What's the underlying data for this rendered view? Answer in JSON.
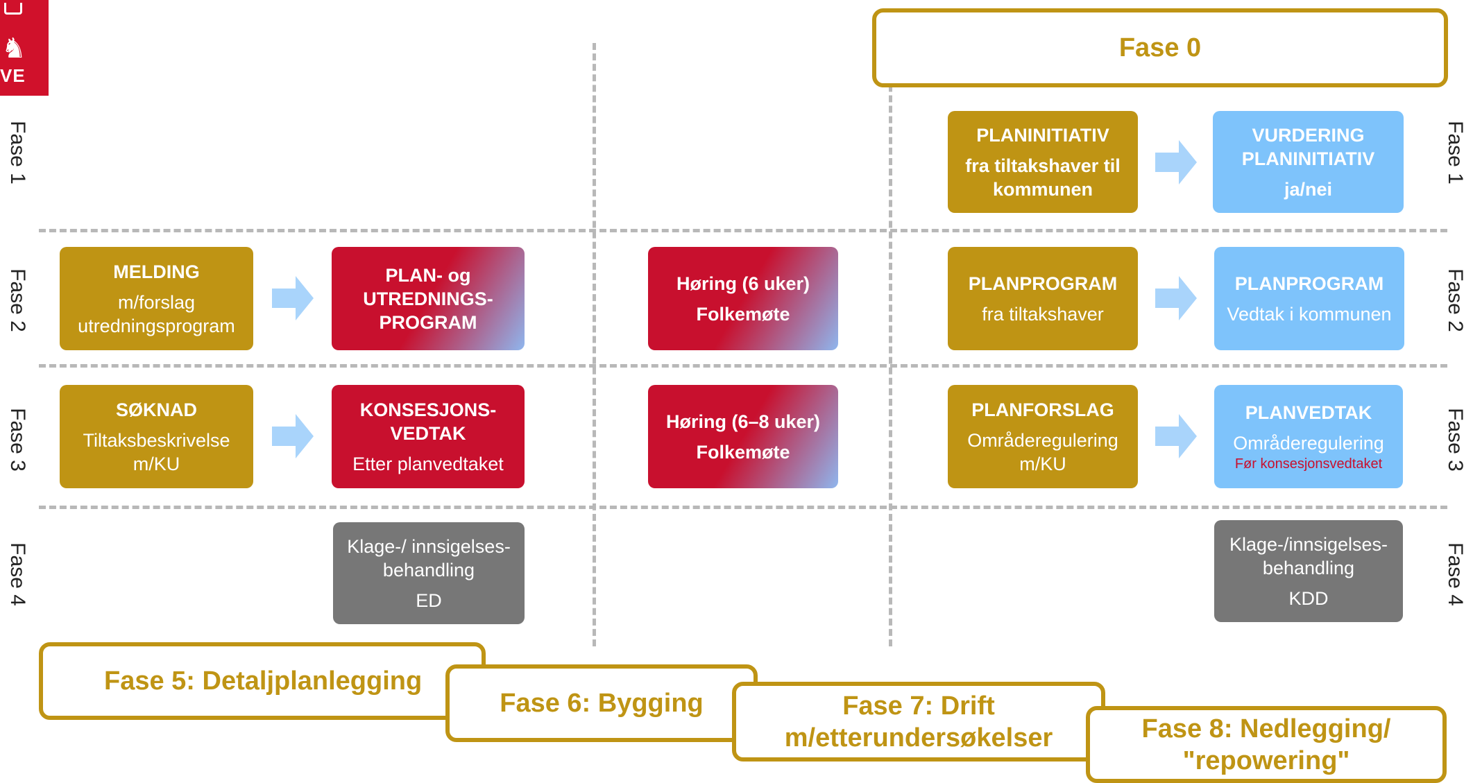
{
  "logo": {
    "text": "VE"
  },
  "fase0": "Fase 0",
  "phase_labels": {
    "fase1": "Fase 1",
    "fase2": "Fase 2",
    "fase3": "Fase 3",
    "fase4": "Fase 4"
  },
  "boxes": {
    "planinitiativ": {
      "title": "PLANINITIATIV",
      "body": "fra tiltakshaver til kommunen"
    },
    "vurdering": {
      "title": "VURDERING PLANINITIATIV",
      "body": "ja/nei"
    },
    "melding": {
      "title": "MELDING",
      "body": "m/forslag utredningsprogram"
    },
    "plan_utredning": {
      "title": "PLAN- og UTREDNINGS-PROGRAM"
    },
    "horing6": {
      "line1": "Høring (6 uker)",
      "line2": "Folkemøte"
    },
    "planprogram_fra": {
      "title": "PLANPROGRAM",
      "body": "fra tiltakshaver"
    },
    "planprogram_vedtak": {
      "title": "PLANPROGRAM",
      "body": "Vedtak i kommunen"
    },
    "soknad": {
      "title": "SØKNAD",
      "body": "Tiltaksbeskrivelse m/KU"
    },
    "konsesjonsvedtak": {
      "title": "KONSESJONS-VEDTAK",
      "body": "Etter planvedtaket"
    },
    "horing68": {
      "line1": "Høring (6–8 uker)",
      "line2": "Folkemøte"
    },
    "planforslag": {
      "title": "PLANFORSLAG",
      "body": "Områderegulering m/KU"
    },
    "planvedtak": {
      "title": "PLANVEDTAK",
      "body": "Områderegulering",
      "note": "Før konsesjonsvedtaket"
    },
    "klage_ed": {
      "body": "Klage-/ innsigelses-behandling",
      "footer": "ED"
    },
    "klage_kdd": {
      "body": "Klage-/innsigelses-behandling",
      "footer": "KDD"
    }
  },
  "bottom_phases": {
    "fase5": "Fase 5: Detaljplanlegging",
    "fase6": "Fase 6: Bygging",
    "fase7": "Fase 7: Drift m/etterundersøkelser",
    "fase8": "Fase 8: Nedlegging/ \"repowering\""
  },
  "colors": {
    "gold": "#bf9414",
    "blue": "#7ec3fb",
    "red": "#c8102e",
    "gray": "#777777",
    "arrow": "#a9d4fb"
  },
  "icons": {
    "arrow": "right-arrow-icon",
    "logo": "nve-logo-icon"
  }
}
